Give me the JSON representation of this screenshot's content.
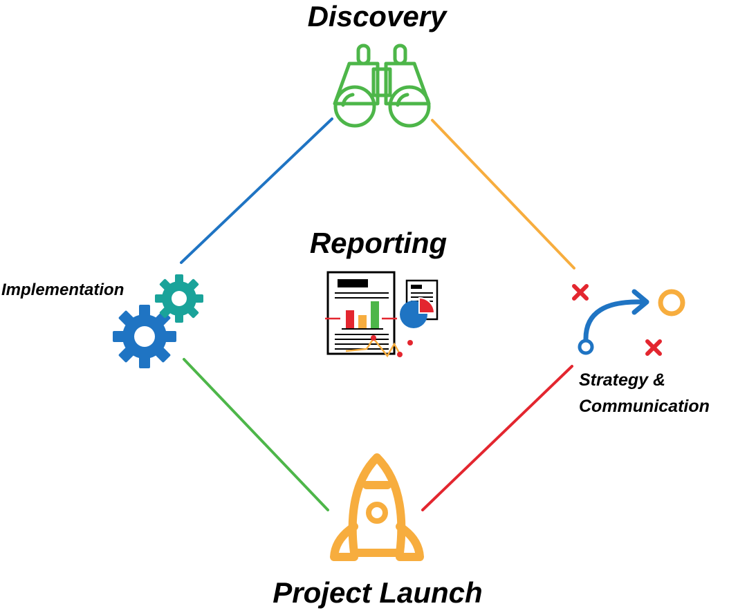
{
  "labels": {
    "discovery": "Discovery",
    "reporting": "Reporting",
    "implementation": "Implementation",
    "strategy_line1": "Strategy &",
    "strategy_line2": "Communication",
    "launch": "Project Launch"
  },
  "colors": {
    "blue": "#1f74c3",
    "orange": "#f7ad3e",
    "green": "#4db649",
    "red": "#e3262f",
    "teal": "#1aa39a",
    "black": "#000000"
  },
  "icons": {
    "discovery": "binoculars-icon",
    "reporting": "report-chart-icon",
    "implementation": "gears-icon",
    "strategy": "strategy-play-icon",
    "launch": "rocket-icon"
  }
}
